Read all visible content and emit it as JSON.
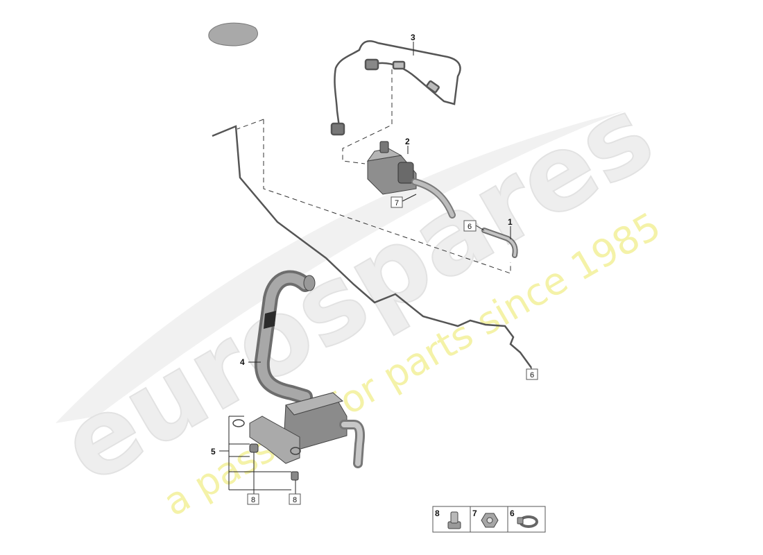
{
  "watermark": {
    "brand": "eurospares",
    "tagline": "a passion for parts since 1985"
  },
  "callouts": {
    "c1": "1",
    "c2": "2",
    "c3": "3",
    "c4": "4",
    "c5": "5",
    "box7": "7",
    "box6a": "6",
    "box6b": "6",
    "box8a": "8",
    "box8b": "8"
  },
  "legend": [
    {
      "number": "8",
      "icon": "nut-icon"
    },
    {
      "number": "7",
      "icon": "hex-nut-icon"
    },
    {
      "number": "6",
      "icon": "hose-clamp-icon"
    }
  ]
}
